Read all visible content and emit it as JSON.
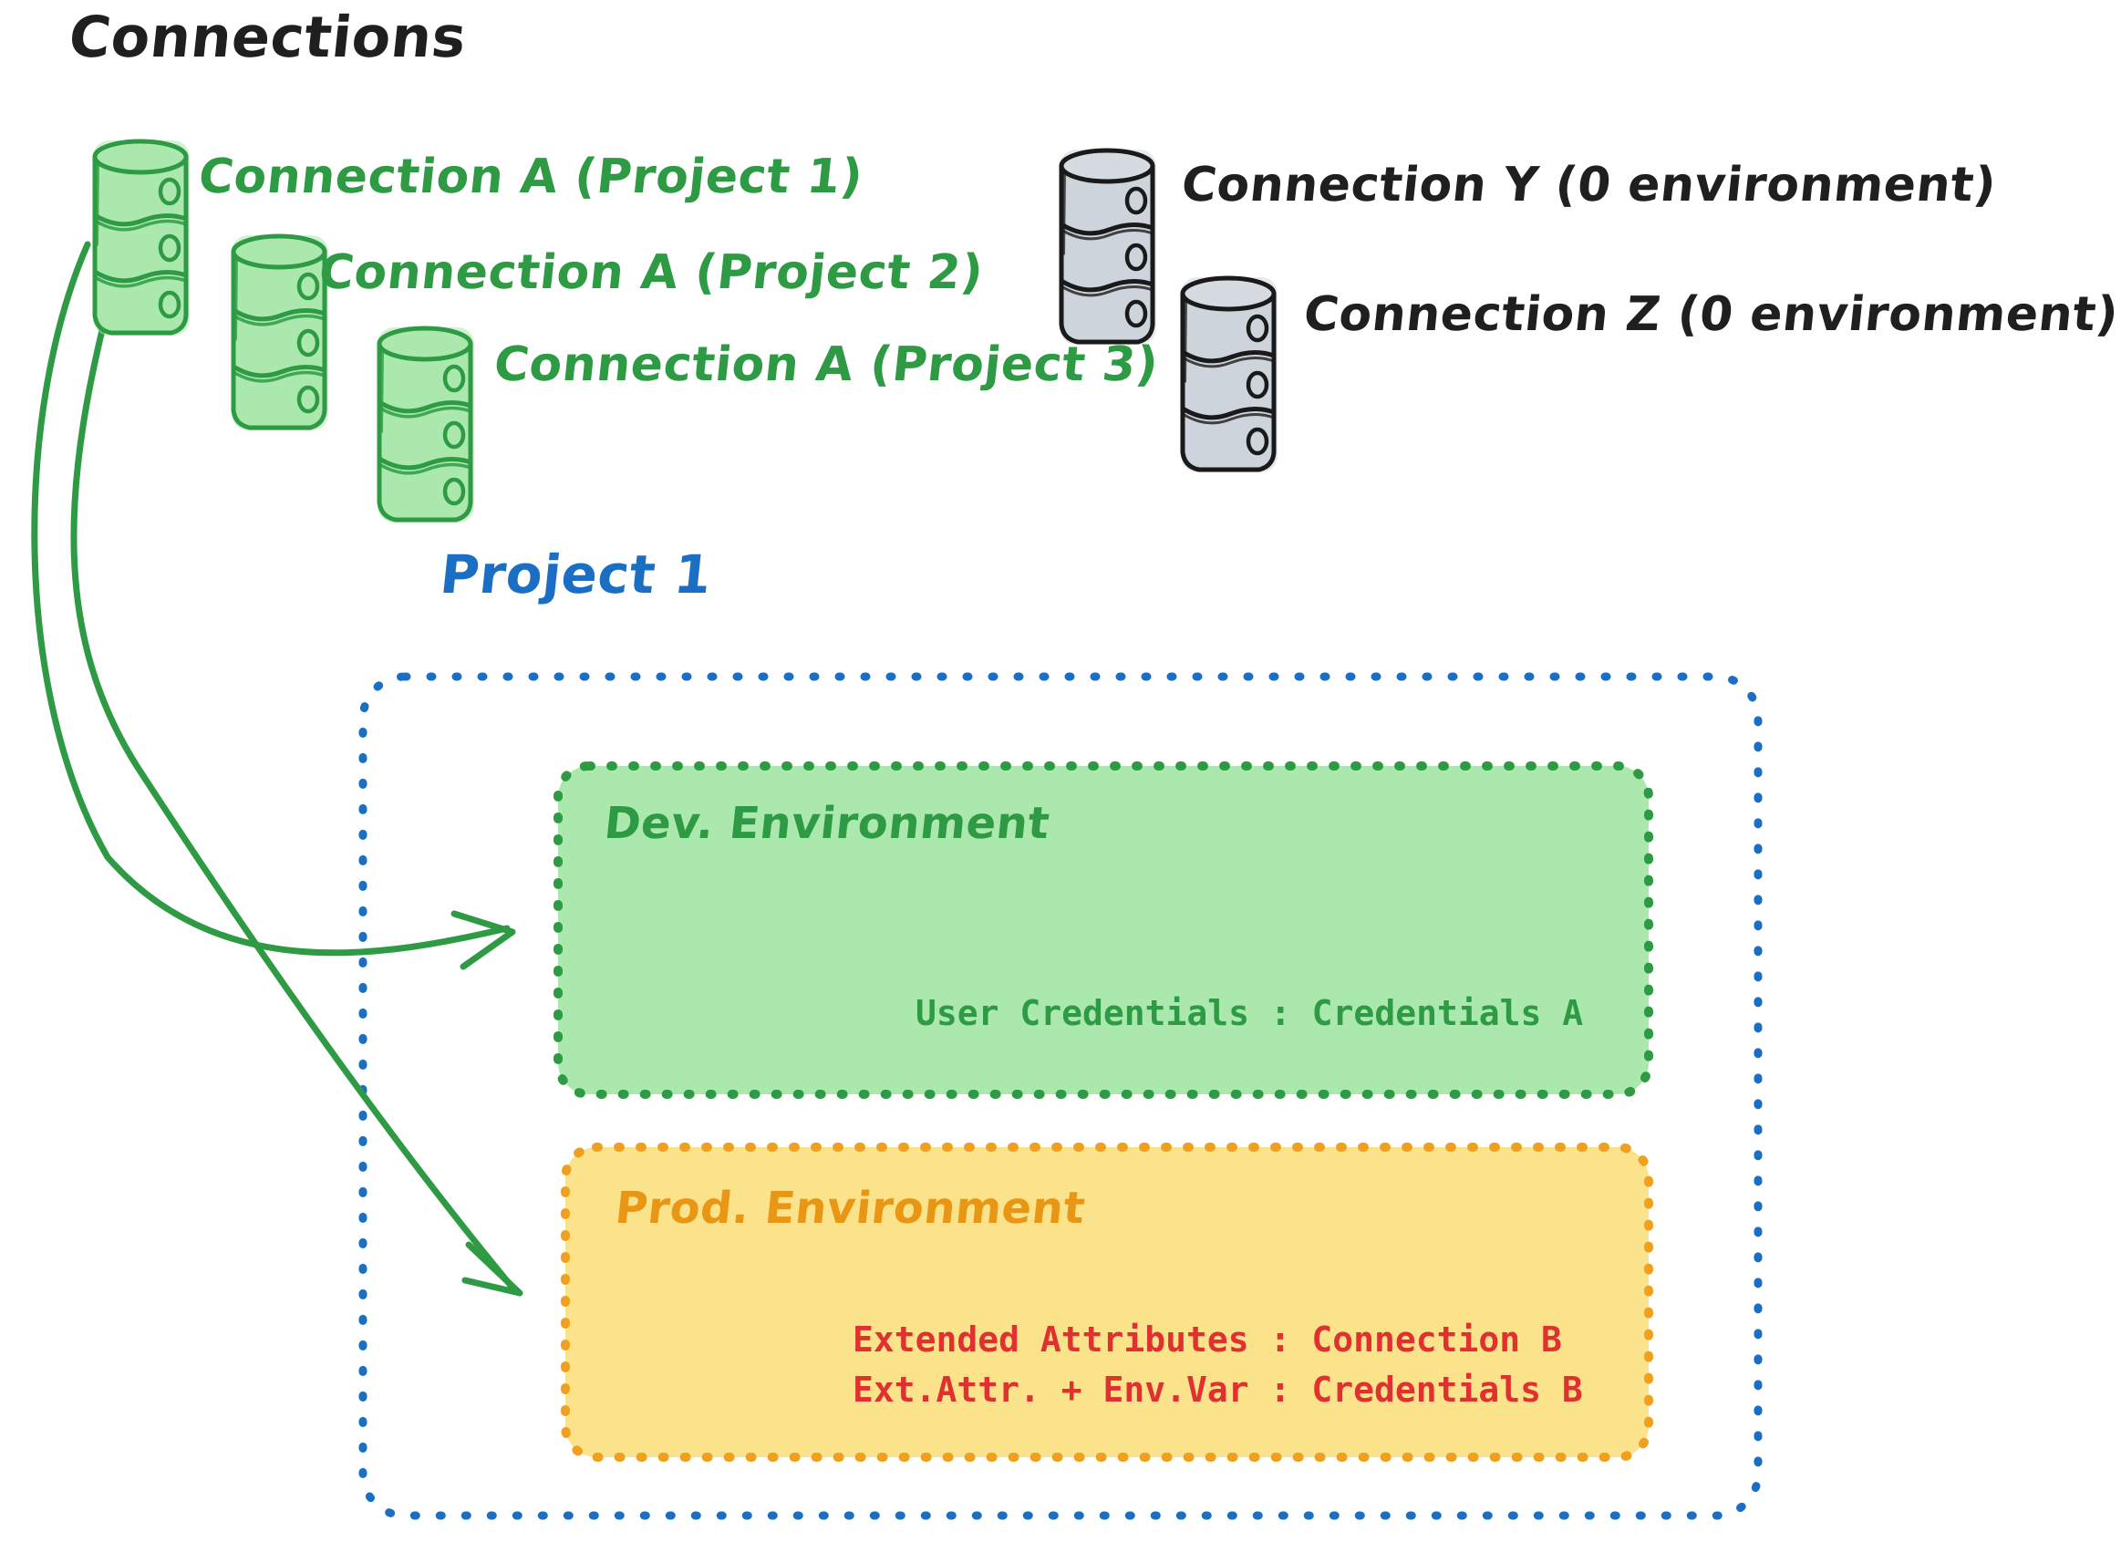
{
  "diagram": {
    "title": "Connections",
    "title_color": "#1f1f1f",
    "background": "#ffffff"
  },
  "connections": {
    "green_color": "#2e9b44",
    "green_fill": "#aae8ae",
    "gray_color": "#1a1a1a",
    "gray_fill": "#ced4dc",
    "items": [
      {
        "label": "Connection A (Project 1)",
        "icon": "database-cylinder-icon",
        "color": "green"
      },
      {
        "label": "Connection A (Project 2)",
        "icon": "database-cylinder-icon",
        "color": "green"
      },
      {
        "label": "Connection A (Project 3)",
        "icon": "database-cylinder-icon",
        "color": "green"
      },
      {
        "label": "Connection Y (0 environment)",
        "icon": "database-cylinder-icon",
        "color": "gray"
      },
      {
        "label": "Connection Z (0 environment)",
        "icon": "database-cylinder-icon",
        "color": "gray"
      }
    ]
  },
  "project": {
    "title": "Project 1",
    "title_color": "#1a6fc4",
    "border_color": "#1a6fc4",
    "environments": [
      {
        "name": "Dev. Environment",
        "fill": "#aae8ae",
        "border": "#2e9b44",
        "label_color": "#2e9b44",
        "entries": [
          {
            "text": "User Credentials : Credentials A",
            "color": "#2e9b44"
          }
        ]
      },
      {
        "name": "Prod. Environment",
        "fill": "#fbe38c",
        "border": "#f0a020",
        "label_color": "#e89613",
        "entries": [
          {
            "text": "Extended Attributes : Connection B",
            "color": "#e03030"
          },
          {
            "text": "Ext.Attr. + Env.Var : Credentials B",
            "color": "#e03030"
          }
        ]
      }
    ]
  },
  "arrows": {
    "color": "#2e9b44",
    "items": [
      {
        "name": "arrow-connection-a-to-dev-environment",
        "from": "Connection A (Project 1)",
        "to": "Dev. Environment"
      },
      {
        "name": "arrow-connection-a-to-prod-environment",
        "from": "Connection A (Project 1)",
        "to": "Prod. Environment"
      }
    ]
  }
}
